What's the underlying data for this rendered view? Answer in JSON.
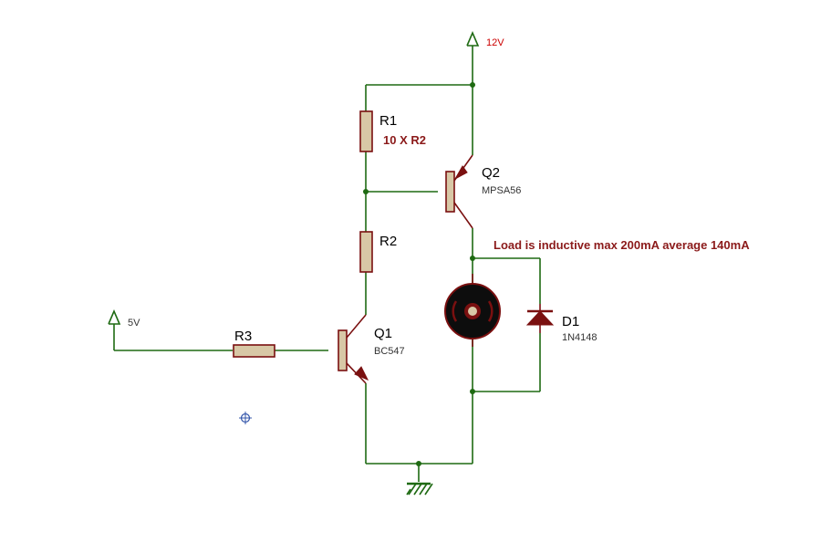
{
  "supplies": {
    "high": {
      "label": "12V",
      "color": "#cc0000"
    },
    "low": {
      "label": "5V",
      "color": "#333333"
    }
  },
  "components": {
    "r1": {
      "ref": "R1",
      "value": "10 X R2"
    },
    "r2": {
      "ref": "R2"
    },
    "r3": {
      "ref": "R3"
    },
    "q1": {
      "ref": "Q1",
      "value": "BC547"
    },
    "q2": {
      "ref": "Q2",
      "value": "MPSA56"
    },
    "d1": {
      "ref": "D1",
      "value": "1N4148"
    },
    "motor": {
      "ref": ""
    }
  },
  "annotations": {
    "load_note": "Load is inductive max 200mA average 140mA"
  },
  "colors": {
    "wire": "#1e6a12",
    "component_outline": "#7a1010",
    "component_fill": "#d8c8a6",
    "note_text": "#8b1a1a",
    "probe": "#3355aa"
  }
}
